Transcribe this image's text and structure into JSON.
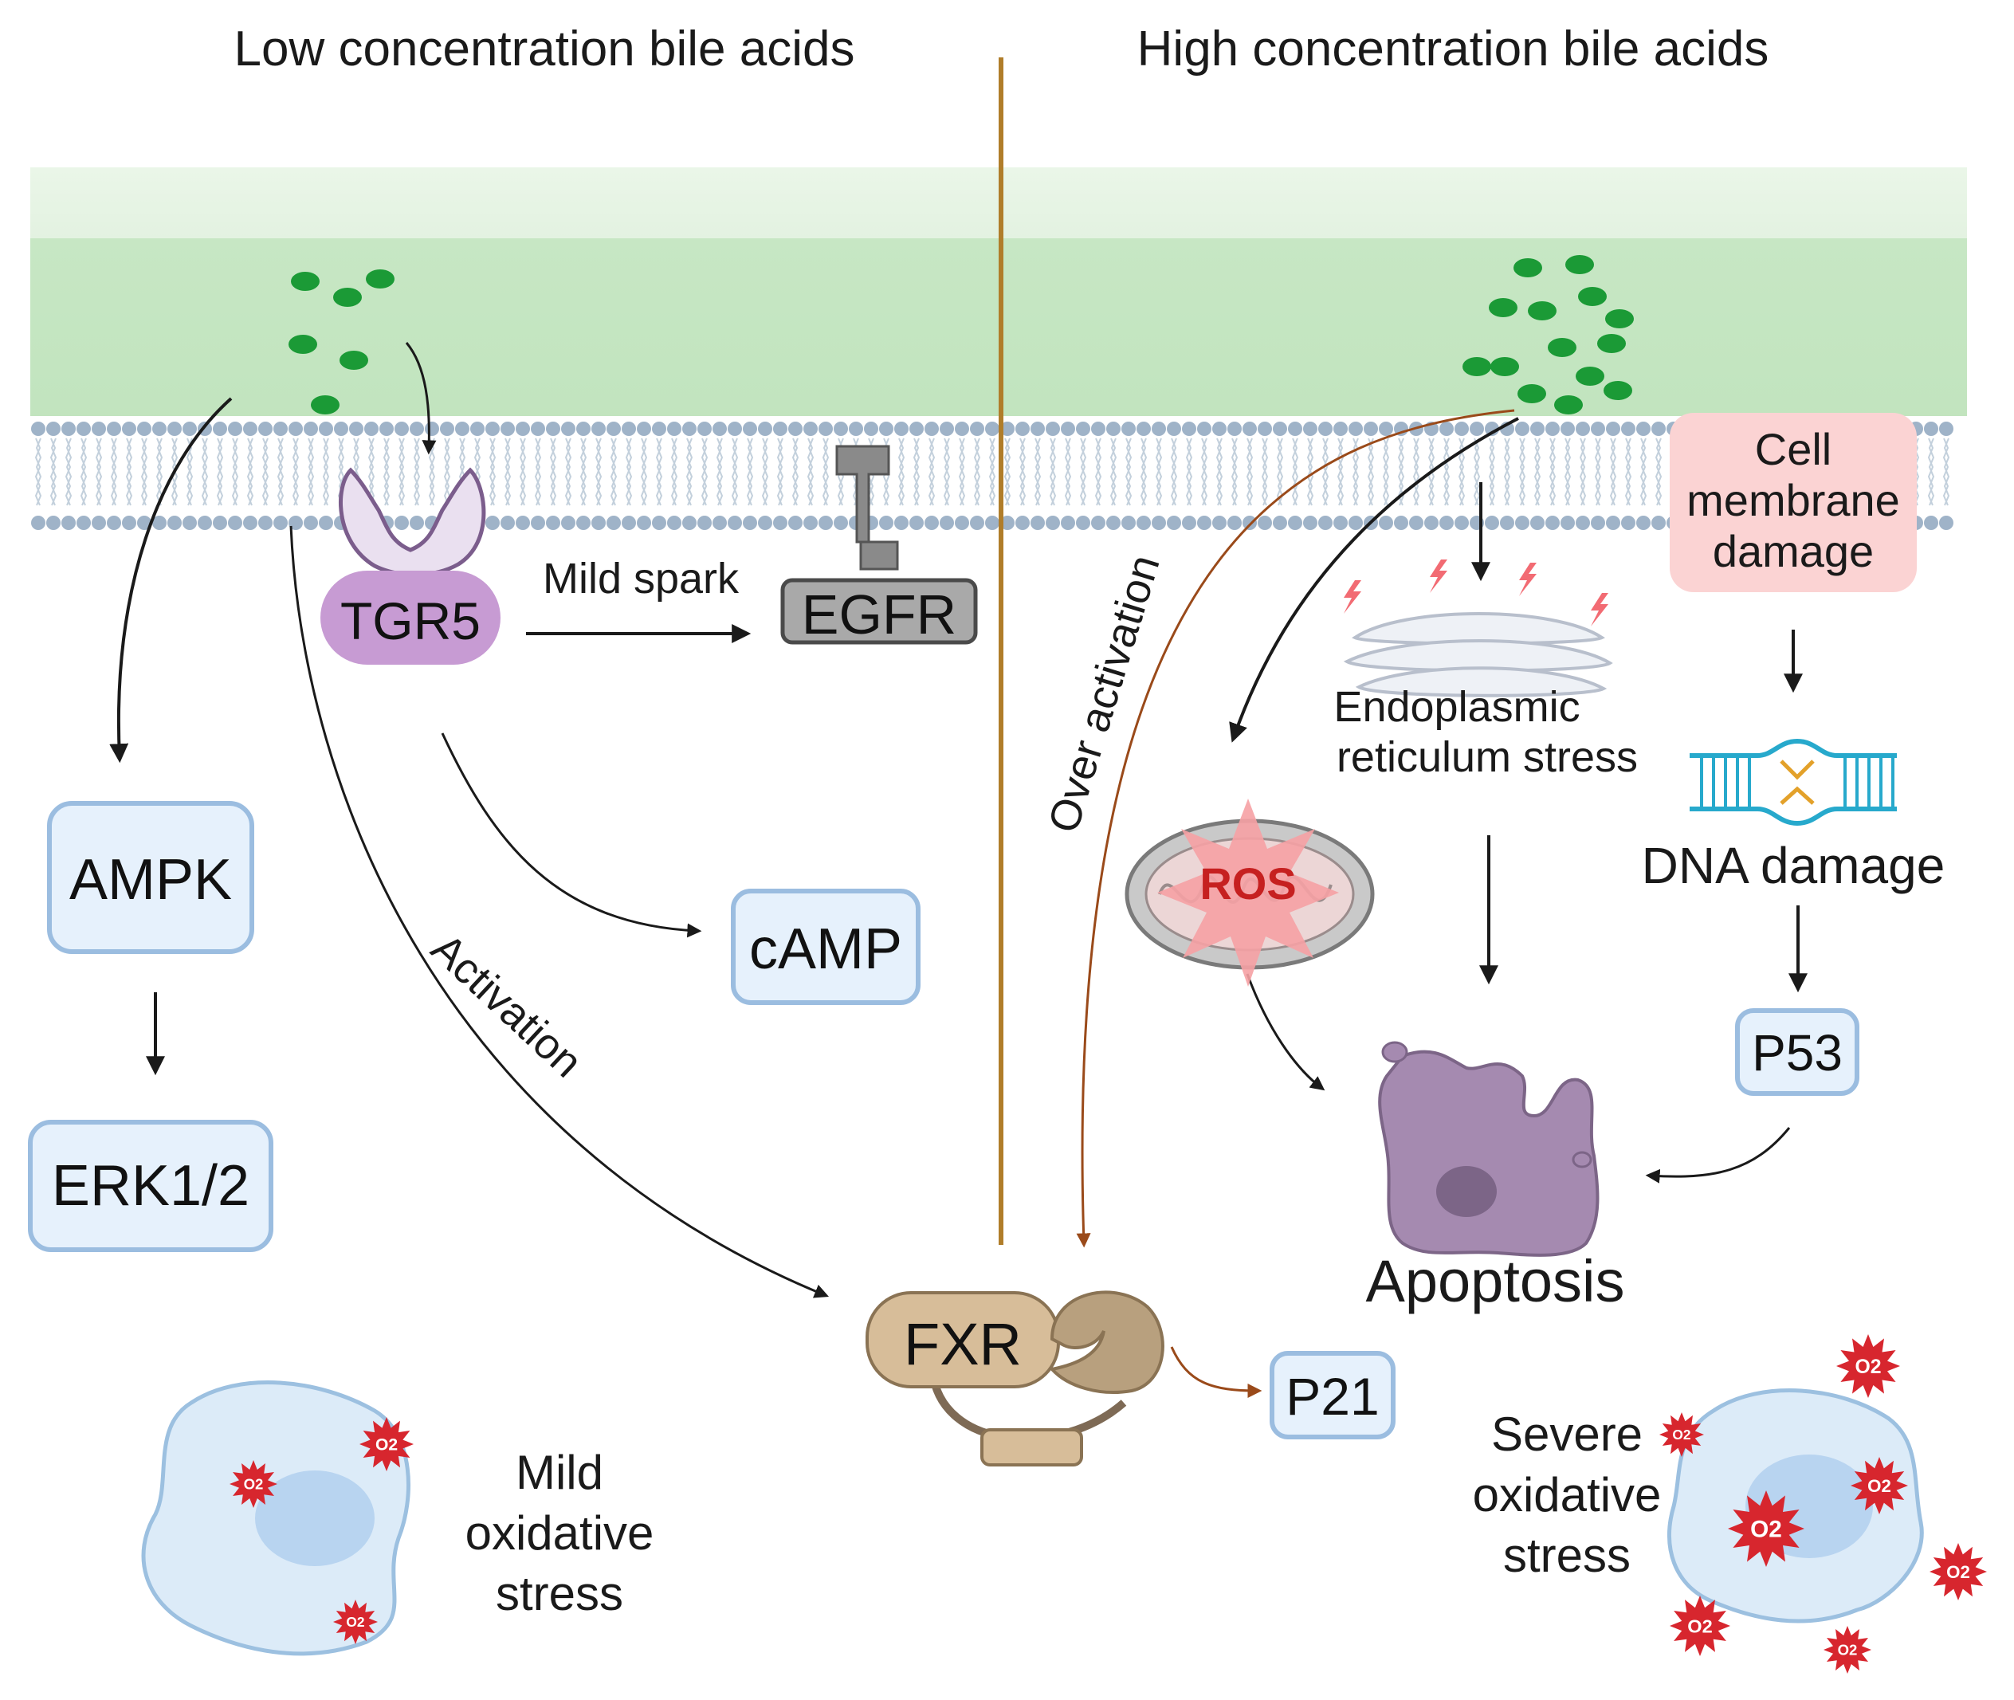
{
  "headings": {
    "left": "Low concentration bile acids",
    "right": "High concentration bile acids"
  },
  "left_panel": {
    "receptor": "TGR5",
    "egfr": "EGFR",
    "mild_spark": "Mild spark",
    "ampk": "AMPK",
    "erk": "ERK1/2",
    "camp": "cAMP",
    "activation": "Activation",
    "mild_stress": [
      "Mild",
      "oxidative",
      "stress"
    ]
  },
  "center": {
    "fxr": "FXR",
    "p21": "P21"
  },
  "right_panel": {
    "over_activation": "Over activation",
    "membrane_damage": [
      "Cell",
      "membrane",
      "damage"
    ],
    "er_stress": [
      "Endoplasmic",
      "reticulum stress"
    ],
    "ros": "ROS",
    "dna_damage": "DNA damage",
    "p53": "P53",
    "apoptosis": "Apoptosis",
    "severe_stress": [
      "Severe",
      "oxidative",
      "stress"
    ]
  },
  "icons": {
    "o2": "O2",
    "bile_acid": "bile-acid-dot-icon",
    "cell": "cell-icon",
    "mitochondrion": "mitochondrion-icon",
    "er": "endoplasmic-reticulum-icon",
    "dna": "dna-icon"
  },
  "colors": {
    "membrane_green": "#c5e6c3",
    "bile_acid": "#1b9a36",
    "divider": "#b07d2a",
    "box_fill": "#e6f1fc",
    "box_stroke": "#9bbde0",
    "tgr5": "#c79bd3",
    "fxr": "#d7bd99",
    "damage_box": "#fbd3d3",
    "ros_text": "#c62020",
    "over_activation_arrow": "#9a4a1a"
  }
}
